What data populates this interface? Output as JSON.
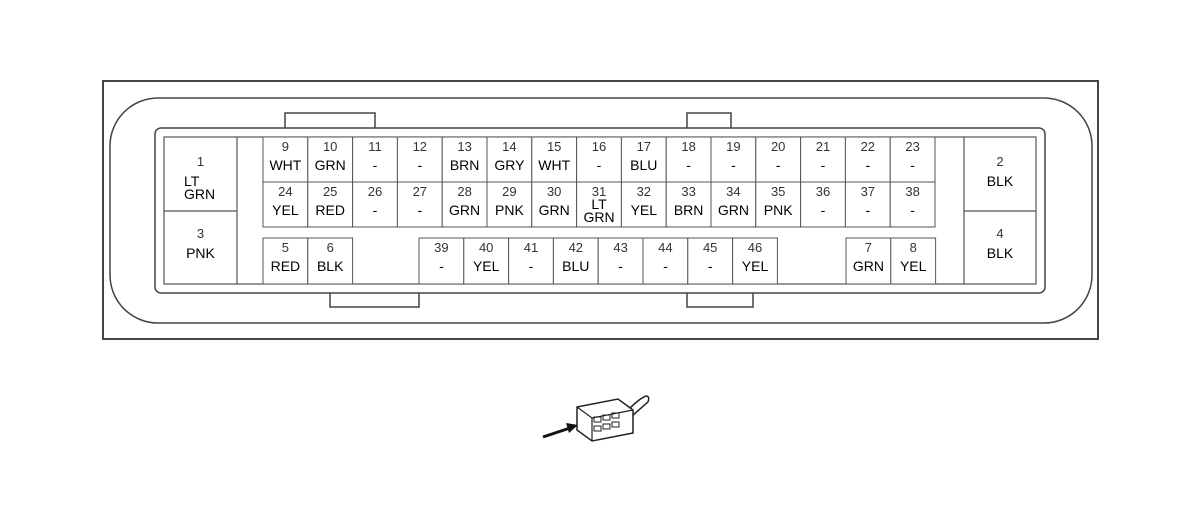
{
  "connector": {
    "side_pins": [
      {
        "num": "1",
        "lines": [
          "LT",
          "GRN"
        ]
      },
      {
        "num": "3",
        "lines": [
          "PNK"
        ]
      },
      {
        "num": "2",
        "lines": [
          "BLK"
        ]
      },
      {
        "num": "4",
        "lines": [
          "BLK"
        ]
      }
    ],
    "top_row": [
      {
        "num": "9",
        "lines": [
          "WHT"
        ]
      },
      {
        "num": "10",
        "lines": [
          "GRN"
        ]
      },
      {
        "num": "11",
        "lines": [
          "-"
        ]
      },
      {
        "num": "12",
        "lines": [
          "-"
        ]
      },
      {
        "num": "13",
        "lines": [
          "BRN"
        ]
      },
      {
        "num": "14",
        "lines": [
          "GRY"
        ]
      },
      {
        "num": "15",
        "lines": [
          "WHT"
        ]
      },
      {
        "num": "16",
        "lines": [
          "-"
        ]
      },
      {
        "num": "17",
        "lines": [
          "BLU"
        ]
      },
      {
        "num": "18",
        "lines": [
          "-"
        ]
      },
      {
        "num": "19",
        "lines": [
          "-"
        ]
      },
      {
        "num": "20",
        "lines": [
          "-"
        ]
      },
      {
        "num": "21",
        "lines": [
          "-"
        ]
      },
      {
        "num": "22",
        "lines": [
          "-"
        ]
      },
      {
        "num": "23",
        "lines": [
          "-"
        ]
      }
    ],
    "mid_row": [
      {
        "num": "24",
        "lines": [
          "YEL"
        ]
      },
      {
        "num": "25",
        "lines": [
          "RED"
        ]
      },
      {
        "num": "26",
        "lines": [
          "-"
        ]
      },
      {
        "num": "27",
        "lines": [
          "-"
        ]
      },
      {
        "num": "28",
        "lines": [
          "GRN"
        ]
      },
      {
        "num": "29",
        "lines": [
          "PNK"
        ]
      },
      {
        "num": "30",
        "lines": [
          "GRN"
        ]
      },
      {
        "num": "31",
        "lines": [
          "LT",
          "GRN"
        ]
      },
      {
        "num": "32",
        "lines": [
          "YEL"
        ]
      },
      {
        "num": "33",
        "lines": [
          "BRN"
        ]
      },
      {
        "num": "34",
        "lines": [
          "GRN"
        ]
      },
      {
        "num": "35",
        "lines": [
          "PNK"
        ]
      },
      {
        "num": "36",
        "lines": [
          "-"
        ]
      },
      {
        "num": "37",
        "lines": [
          "-"
        ]
      },
      {
        "num": "38",
        "lines": [
          "-"
        ]
      }
    ],
    "bottom_left": [
      {
        "num": "5",
        "lines": [
          "RED"
        ]
      },
      {
        "num": "6",
        "lines": [
          "BLK"
        ]
      }
    ],
    "bottom_middle": [
      {
        "num": "39",
        "lines": [
          "-"
        ]
      },
      {
        "num": "40",
        "lines": [
          "YEL"
        ]
      },
      {
        "num": "41",
        "lines": [
          "-"
        ]
      },
      {
        "num": "42",
        "lines": [
          "BLU"
        ]
      },
      {
        "num": "43",
        "lines": [
          "-"
        ]
      },
      {
        "num": "44",
        "lines": [
          "-"
        ]
      },
      {
        "num": "45",
        "lines": [
          "-"
        ]
      },
      {
        "num": "46",
        "lines": [
          "YEL"
        ]
      }
    ],
    "bottom_right": [
      {
        "num": "7",
        "lines": [
          "GRN"
        ]
      },
      {
        "num": "8",
        "lines": [
          "YEL"
        ]
      }
    ]
  },
  "connector_icon": "harness-connector-icon",
  "arrow_icon": "arrow-icon"
}
